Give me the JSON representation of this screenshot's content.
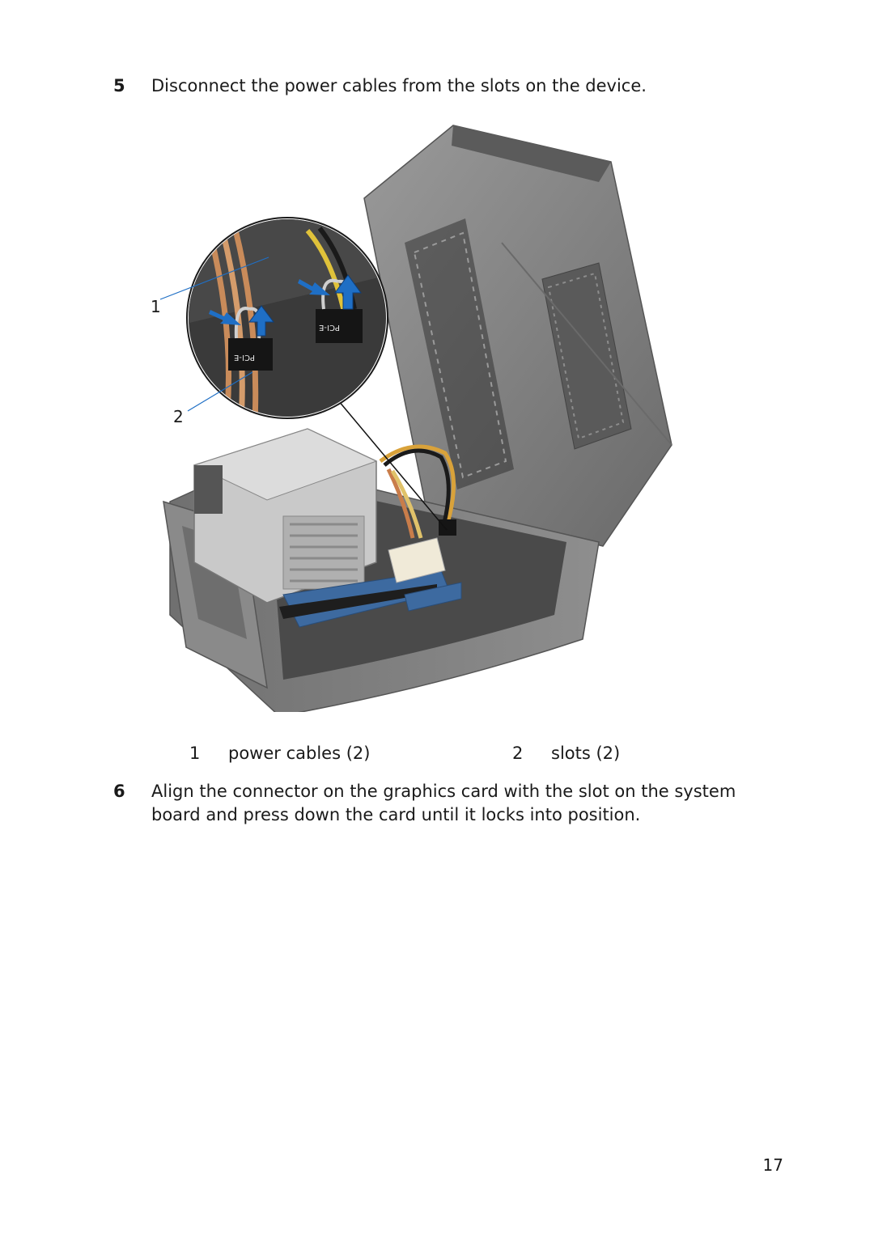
{
  "steps": [
    {
      "number": "5",
      "text": "Disconnect the power cables from the slots on the device."
    },
    {
      "number": "6",
      "text": "Align the connector on the graphics card with the slot on the system board and press down the card until it locks into position."
    }
  ],
  "figure": {
    "callouts": [
      "1",
      "2"
    ],
    "connector_label": "PCI-E"
  },
  "legend": [
    {
      "number": "1",
      "label": "power cables (2)"
    },
    {
      "number": "2",
      "label": "slots (2)"
    }
  ],
  "page_number": "17",
  "colors": {
    "arrow": "#1f6fc5",
    "chassis": "#7d7d7d",
    "board": "#3d6aa0"
  }
}
